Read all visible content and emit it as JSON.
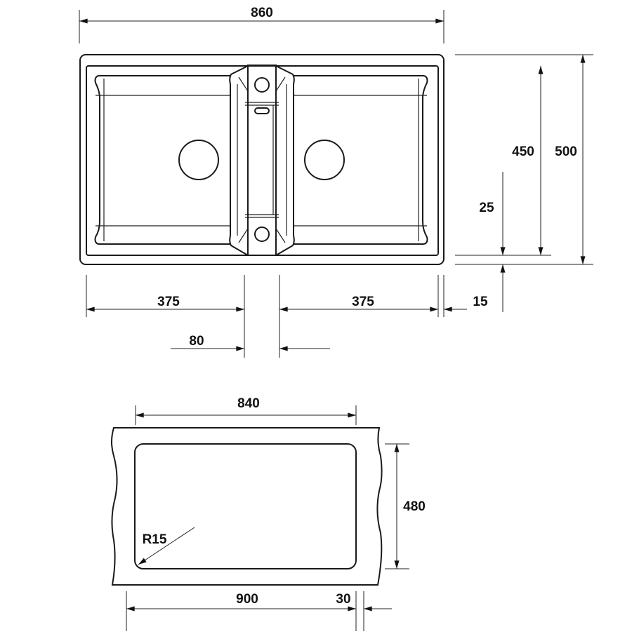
{
  "top_view": {
    "overall_width": "860",
    "overall_depth": "500",
    "bowl_depth": "450",
    "edge_offset_depth": "25",
    "left_bowl_width": "375",
    "right_bowl_width": "375",
    "divider_width": "80",
    "edge_offset_width": "15"
  },
  "cutout": {
    "cutout_width": "840",
    "cutout_depth": "480",
    "corner_radius": "R15",
    "cabinet_width": "900",
    "side_offset": "30"
  },
  "colors": {
    "line": "#1a1a1a",
    "background": "#ffffff"
  }
}
